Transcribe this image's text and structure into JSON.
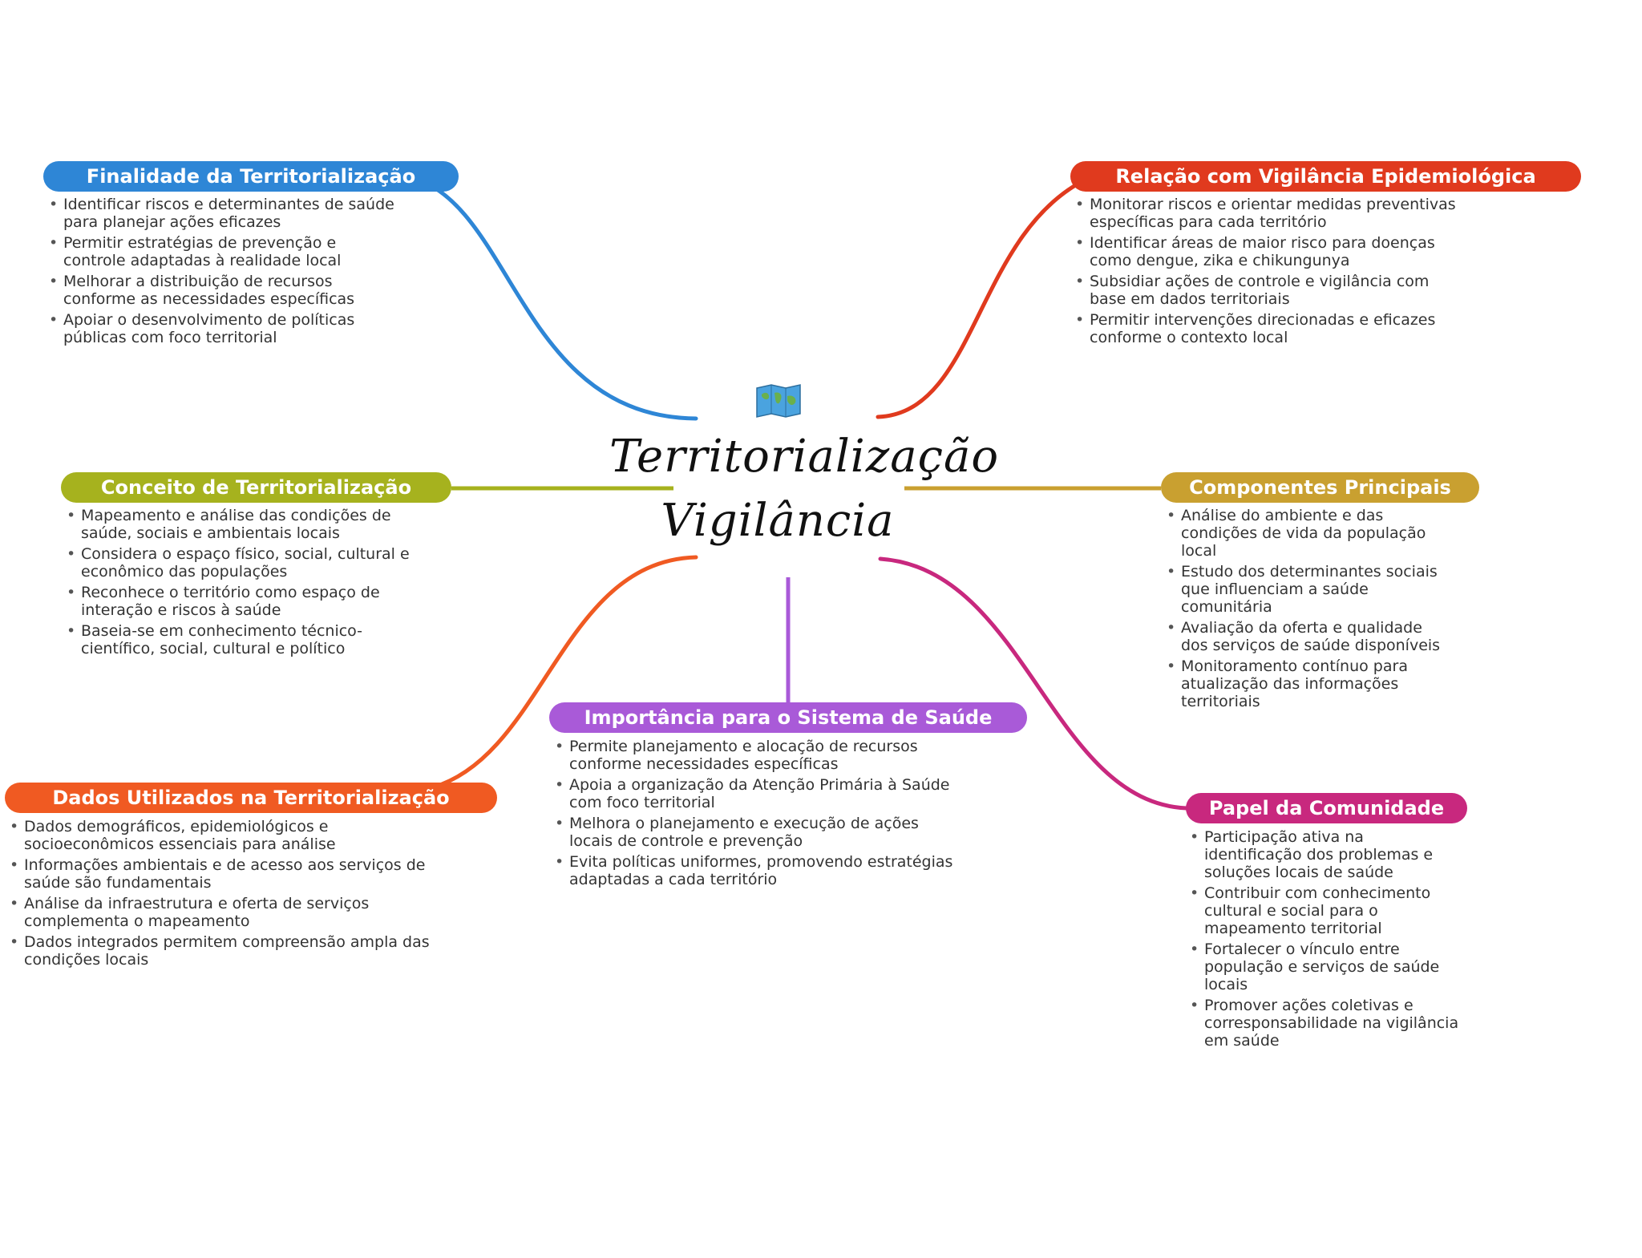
{
  "colors": {
    "finalidade": "#2e86d6",
    "relacao": "#e03a1e",
    "conceito": "#a6b21e",
    "componentes": "#c9a030",
    "dados": "#f05a22",
    "importancia": "#a95ad8",
    "papel": "#c8287e"
  },
  "center": {
    "icon": "world-map-icon",
    "title_line1": "Territorialização",
    "title_line2": "Vigilância"
  },
  "nodes": {
    "finalidade": {
      "title": "Finalidade da Territorialização",
      "items": [
        "Identificar riscos e determinantes de saúde para planejar ações eficazes",
        "Permitir estratégias de prevenção e controle adaptadas à realidade local",
        "Melhorar a distribuição de recursos conforme as necessidades específicas",
        "Apoiar o desenvolvimento de políticas públicas com foco territorial"
      ]
    },
    "relacao": {
      "title": "Relação com Vigilância Epidemiológica",
      "items": [
        "Monitorar riscos e orientar medidas preventivas específicas para cada território",
        "Identificar áreas de maior risco para doenças como dengue, zika e chikungunya",
        "Subsidiar ações de controle e vigilância com base em dados territoriais",
        "Permitir intervenções direcionadas e eficazes conforme o contexto local"
      ]
    },
    "conceito": {
      "title": "Conceito de Territorialização",
      "items": [
        "Mapeamento e análise das condições de saúde, sociais e ambientais locais",
        "Considera o espaço físico, social, cultural e econômico das populações",
        "Reconhece o território como espaço de interação e riscos à saúde",
        "Baseia-se em conhecimento técnico-científico, social, cultural e político"
      ]
    },
    "componentes": {
      "title": "Componentes Principais",
      "items": [
        "Análise do ambiente e das condições de vida da população local",
        "Estudo dos determinantes sociais que influenciam a saúde comunitária",
        "Avaliação da oferta e qualidade dos serviços de saúde disponíveis",
        "Monitoramento contínuo para atualização das informações territoriais"
      ]
    },
    "dados": {
      "title": "Dados Utilizados na Territorialização",
      "items": [
        "Dados demográficos, epidemiológicos e socioeconômicos essenciais para análise",
        "Informações ambientais e de acesso aos serviços de saúde são fundamentais",
        "Análise da infraestrutura e oferta de serviços complementa o mapeamento",
        "Dados integrados permitem compreensão ampla das condições locais"
      ]
    },
    "importancia": {
      "title": "Importância para o Sistema de Saúde",
      "items": [
        "Permite planejamento e alocação de recursos conforme necessidades específicas",
        "Apoia a organização da Atenção Primária à Saúde com foco territorial",
        "Melhora o planejamento e execução de ações locais de controle e prevenção",
        "Evita políticas uniformes, promovendo estratégias adaptadas a cada território"
      ]
    },
    "papel": {
      "title": "Papel da Comunidade",
      "items": [
        "Participação ativa na identificação dos problemas e soluções locais de saúde",
        "Contribuir com conhecimento cultural e social para o mapeamento territorial",
        "Fortalecer o vínculo entre população e serviços de saúde locais",
        "Promover ações coletivas e corresponsabilidade na vigilância em saúde"
      ]
    }
  }
}
